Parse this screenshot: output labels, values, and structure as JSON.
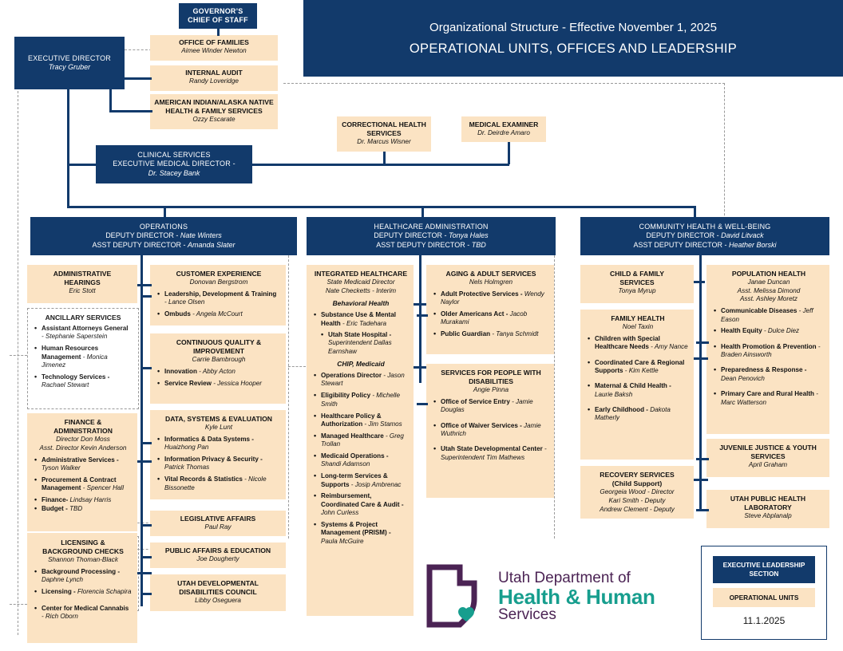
{
  "header": {
    "line1": "Organizational Structure - Effective November 1, 2025",
    "line2": "OPERATIONAL UNITS, OFFICES AND LEADERSHIP"
  },
  "colors": {
    "navy": "#123A6B",
    "tan": "#FBE3C3",
    "logo_purple": "#4B2354",
    "logo_teal": "#179E8E"
  },
  "top": {
    "governors_chief_of_staff": {
      "title": "GOVERNOR’S\nCHIEF OF STAFF"
    },
    "executive_director": {
      "title": "EXECUTIVE DIRECTOR",
      "name": "Tracy Gruber"
    },
    "office_of_families": {
      "title": "OFFICE OF FAMILIES",
      "name": "Aimee Winder Newton"
    },
    "internal_audit": {
      "title": "INTERNAL AUDIT",
      "name": "Randy Loveridge"
    },
    "american_indian": {
      "title": "AMERICAN INDIAN/ALASKA NATIVE\nHEALTH & FAMILY SERVICES",
      "name": "Ozzy Escarate"
    },
    "clinical_services": {
      "title": "CLINICAL SERVICES\nEXECUTIVE MEDICAL DIRECTOR -",
      "name": "Dr. Stacey Bank"
    },
    "correctional_health": {
      "title": "CORRECTIONAL HEALTH\nSERVICES",
      "name": "Dr. Marcus Wisner"
    },
    "medical_examiner": {
      "title": "MEDICAL EXAMINER",
      "name": "Dr. Deirdre Amaro"
    }
  },
  "divisions": [
    {
      "id": "operations",
      "title": "OPERATIONS",
      "deputy_label": "DEPUTY DIRECTOR - ",
      "deputy": "Nate Winters",
      "asst_label": "ASST DEPUTY DIRECTOR - ",
      "asst": "Amanda Slater"
    },
    {
      "id": "healthcare-administration",
      "title": "HEALTHCARE ADMINISTRATION",
      "deputy_label": "DEPUTY DIRECTOR - ",
      "deputy": "Tonya Hales",
      "asst_label": "ASST DEPUTY DIRECTOR - ",
      "asst": "TBD"
    },
    {
      "id": "community-health",
      "title": "COMMUNITY HEALTH & WELL-BEING",
      "deputy_label": "DEPUTY DIRECTOR - ",
      "deputy": "David Litvack",
      "asst_label": "ASST DEPUTY DIRECTOR - ",
      "asst": "Heather Borski"
    }
  ],
  "units": {
    "administrative_hearings": {
      "title": "ADMINISTRATIVE\nHEARINGS",
      "sub": "Eric Stott"
    },
    "ancillary_services": {
      "title": "ANCILLARY SERVICES",
      "items": [
        {
          "label": "Assistant Attorneys General",
          "name": " - Stephanie Saperstein"
        },
        {
          "label": "Human Resources Management",
          "name": " - Monica Jimenez"
        },
        {
          "label": "Technology Services -",
          "name": " Rachael Stewart"
        }
      ]
    },
    "finance_administration": {
      "title": "FINANCE &\nADMINISTRATION",
      "sub": "Director Don Moss\nAsst. Director Kevin Anderson",
      "items": [
        {
          "label": "Administrative Services -",
          "name": " Tyson Walker"
        },
        {
          "label": "Procurement & Contract Management",
          "name": " - Spencer Hall"
        },
        {
          "label": "Finance-",
          "name": " Lindsay Harris"
        },
        {
          "label": "Budget -",
          "name": " TBD"
        }
      ]
    },
    "licensing_background": {
      "title": "LICENSING &\nBACKGROUND CHECKS",
      "sub": "Shannon Thoman-Black",
      "items": [
        {
          "label": "Background Processing -",
          "name": " Daphne Lynch"
        },
        {
          "label": "Licensing -",
          "name": " Florencia Schapira"
        },
        {
          "label": "Center for Medical Cannabis",
          "name": " - Rich Oborn"
        }
      ]
    },
    "customer_experience": {
      "title": "CUSTOMER EXPERIENCE",
      "sub": "Donovan Bergstrom",
      "items": [
        {
          "label": "Leadership, Development & Training",
          "name": " - Lance Olsen"
        },
        {
          "label": "Ombuds",
          "name": " - Angela McCourt"
        }
      ]
    },
    "continuous_quality": {
      "title": "CONTINUOUS QUALITY &\nIMPROVEMENT",
      "sub": "Carrie Bambrough",
      "items": [
        {
          "label": "Innovation",
          "name": " - Abby Acton"
        },
        {
          "label": "Service Review",
          "name": " - Jessica Hooper"
        }
      ]
    },
    "data_systems": {
      "title": "DATA, SYSTEMS & EVALUATION",
      "sub": "Kyle Lunt",
      "items": [
        {
          "label": "Informatics & Data Systems -",
          "name": " Huaizhong Pan"
        },
        {
          "label": "Information Privacy & Security -",
          "name": " Patrick Thomas"
        },
        {
          "label": "Vital Records & Statistics",
          "name": " - Nicole Bissonette"
        }
      ]
    },
    "legislative_affairs": {
      "title": "LEGISLATIVE AFFAIRS",
      "sub": "Paul Ray"
    },
    "public_affairs": {
      "title": "PUBLIC AFFAIRS & EDUCATION",
      "sub": "Joe Dougherty"
    },
    "utah_developmental_council": {
      "title": "UTAH DEVELOPMENTAL\nDISABILITIES COUNCIL",
      "sub": "Libby Oseguera"
    },
    "integrated_healthcare": {
      "title": "INTEGRATED HEALTHCARE",
      "sub": "State Medicaid Director\nNate Checketts - Interim",
      "section1": "Behavioral Health",
      "section1_items": [
        {
          "label": "Substance Use & Mental Health",
          "name": " - Eric Tadehara",
          "children": [
            {
              "label": "Utah State Hospital -",
              "name": " Superintendent Dallas Earnshaw"
            }
          ]
        }
      ],
      "section2": "CHIP, Medicaid",
      "section2_items": [
        {
          "label": "Operations Director",
          "name": " - Jason Stewart"
        },
        {
          "label": "Eligibility Policy",
          "name": " - Michelle Smith"
        },
        {
          "label": "Healthcare Policy & Authorization",
          "name": " - Jim Stamos"
        },
        {
          "label": "Managed Healthcare",
          "name": " - Greg Trollan"
        },
        {
          "label": "Medicaid Operations -",
          "name": " Shandi Adamson"
        },
        {
          "label": "Long-term Services & Supports",
          "name": " - Josip Ambrenac"
        },
        {
          "label": "Reimbursement, Coordinated Care & Audit -",
          "name": " John Curless"
        },
        {
          "label": "Systems & Project Management (PRISM) -",
          "name": " Paula McGuire"
        }
      ]
    },
    "aging_adult": {
      "title": "AGING & ADULT SERVICES",
      "sub": "Nels Holmgren",
      "items": [
        {
          "label": "Adult Protective Services -",
          "name": " Wendy Naylor"
        },
        {
          "label": "Older Americans Act -",
          "name": " Jacob Murakami"
        },
        {
          "label": "Public Guardian",
          "name": " - Tanya Schmidt"
        }
      ]
    },
    "services_disabilities": {
      "title": "SERVICES FOR PEOPLE WITH\nDISABILITIES",
      "sub": "Angie Pinna",
      "items": [
        {
          "label": "Office of Service Entry",
          "name": " - Jamie Douglas"
        },
        {
          "label": "Office of Waiver Services -",
          "name": " Jamie Wuthrich"
        },
        {
          "label": "Utah State Developmental Center",
          "name": " - Superintendent Tim Mathews"
        }
      ]
    },
    "child_family": {
      "title": "CHILD & FAMILY\nSERVICES",
      "sub": "Tonya Myrup"
    },
    "family_health": {
      "title": "FAMILY HEALTH",
      "sub": "Noel Taxin",
      "items": [
        {
          "label": "Children with Special Healthcare Needs",
          "name": " - Amy Nance"
        },
        {
          "label": "Coordinated Care & Regional Supports",
          "name": " - Kim Kettle"
        },
        {
          "label": "Maternal & Child Health -",
          "name": " Laurie Baksh"
        },
        {
          "label": "Early Childhood -",
          "name": " Dakota Matherly"
        }
      ]
    },
    "recovery_services": {
      "title": "RECOVERY SERVICES\n(Child Support)",
      "sub": "Georgeia Wood - Director\nKari Smith - Deputy\nAndrew Clement - Deputy"
    },
    "population_health": {
      "title": "POPULATION HEALTH",
      "sub": "Janae Duncan\nAsst. Melissa Dimond\nAsst. Ashley Moretz",
      "items": [
        {
          "label": "Communicable Diseases",
          "name": " - Jeff Eason"
        },
        {
          "label": "Health Equity",
          "name": " - Dulce Diez"
        },
        {
          "label": "Health Promotion & Prevention",
          "name": " - Braden Ainsworth"
        },
        {
          "label": "Preparedness & Response -",
          "name": " Dean Penovich"
        },
        {
          "label": "Primary Care and Rural Health",
          "name": " - Marc Watterson"
        }
      ]
    },
    "juvenile_justice": {
      "title": "JUVENILE JUSTICE & YOUTH\nSERVICES",
      "sub": "April Graham"
    },
    "public_health_lab": {
      "title": "UTAH PUBLIC HEALTH\nLABORATORY",
      "sub": "Steve Abplanalp"
    }
  },
  "legend": {
    "navy_label": "EXECUTIVE LEADERSHIP\nSECTION",
    "tan_label": "OPERATIONAL UNITS",
    "date": "11.1.2025"
  },
  "logo": {
    "line1": "Utah Department of",
    "line2": "Health & Human",
    "line3": "Services",
    "mark": "utah-state-outline-heart-icon"
  }
}
